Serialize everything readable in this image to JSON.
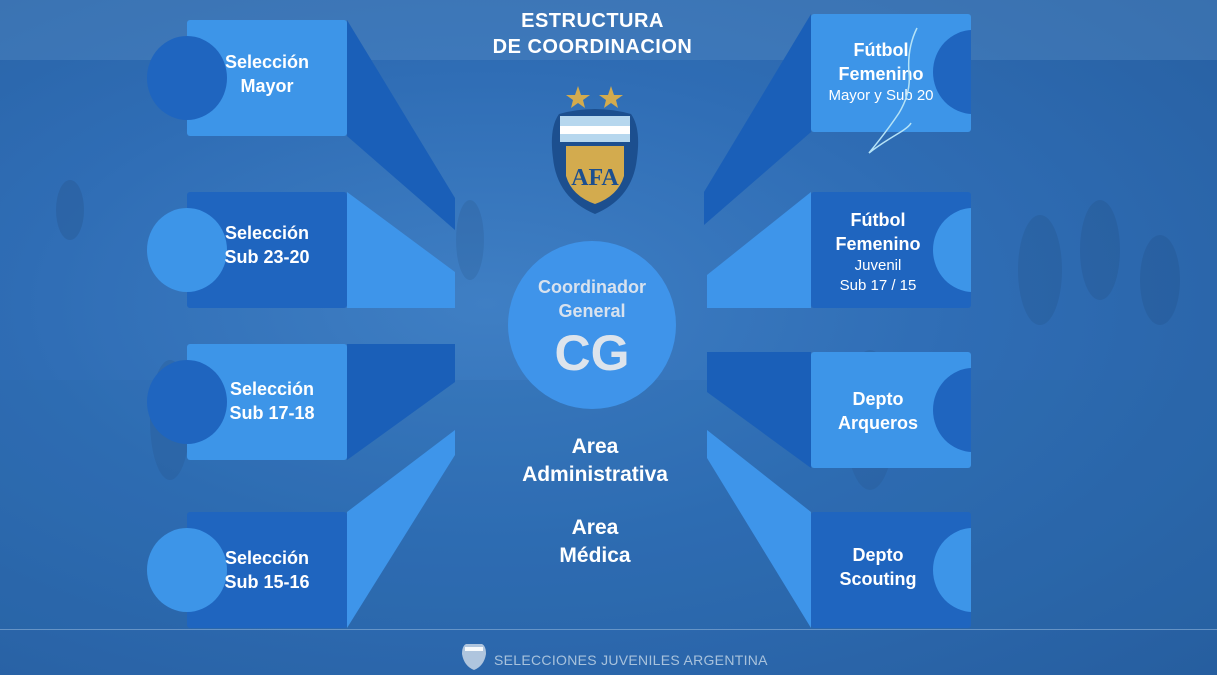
{
  "title": "ESTRUCTURA\nDE COORDINACION",
  "title_lines": [
    "ESTRUCTURA",
    "DE COORDINACION"
  ],
  "left_boxes": [
    {
      "lines": [
        "Selección",
        "Mayor"
      ]
    },
    {
      "lines": [
        "Selección",
        "Sub 23-20"
      ]
    },
    {
      "lines": [
        "Selección",
        "Sub 17-18"
      ]
    },
    {
      "lines": [
        "Selección",
        "Sub 15-16"
      ]
    }
  ],
  "right_boxes": [
    {
      "lines": [
        "Fútbol",
        "Femenino"
      ],
      "sub": "Mayor y Sub 20"
    },
    {
      "lines": [
        "Fútbol",
        "Femenino"
      ],
      "sub_lines": [
        "Juvenil",
        "Sub 17 / 15"
      ]
    },
    {
      "lines": [
        "Depto",
        "Arqueros"
      ]
    },
    {
      "lines": [
        "Depto",
        "Scouting"
      ]
    }
  ],
  "center": {
    "label_lines": [
      "Coordinador",
      "General"
    ],
    "abbr": "CG"
  },
  "areas": [
    {
      "lines": [
        "Area",
        "Administrativa"
      ]
    },
    {
      "lines": [
        "Area",
        "Médica"
      ]
    }
  ],
  "crest_text": "AFA",
  "footer": "SELECCIONES JUVENILES ARGENTINA",
  "colors": {
    "background": "#2f6db5",
    "box_light": "#3d95e8",
    "box_dark": "#1f65bf",
    "wedge_dark": "#1a5fb8",
    "wedge_light": "#3e95ea",
    "crest_gold": "#d3ab4e"
  }
}
